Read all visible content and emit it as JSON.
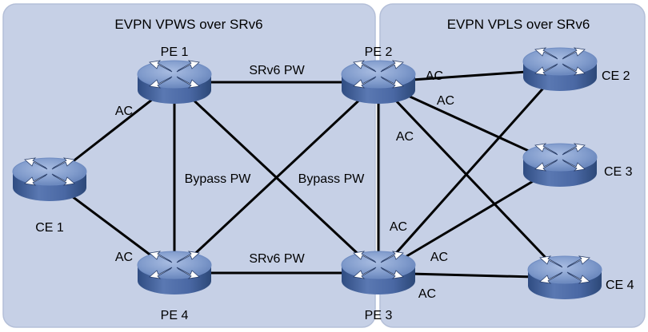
{
  "regions": {
    "left_title": "EVPN VPWS over SRv6",
    "right_title": "EVPN VPLS over SRv6"
  },
  "nodes": {
    "pe1": "PE 1",
    "pe2": "PE 2",
    "pe3": "PE 3",
    "pe4": "PE 4",
    "ce1": "CE 1",
    "ce2": "CE 2",
    "ce3": "CE 3",
    "ce4": "CE 4"
  },
  "link_labels": {
    "srv6_pw_top": "SRv6 PW",
    "srv6_pw_bottom": "SRv6 PW",
    "bypass_pw_left": "Bypass PW",
    "bypass_pw_right": "Bypass PW",
    "ac_ce1_pe1": "AC",
    "ac_ce1_pe4": "AC",
    "ac_pe2_ce2": "AC",
    "ac_pe2_ce3": "AC",
    "ac_pe2_ce4": "AC",
    "ac_pe3_ce2": "AC",
    "ac_pe3_ce3": "AC",
    "ac_pe3_ce4": "AC"
  },
  "colors": {
    "region_fill": "#c6d0e6",
    "region_stroke": "#b4bfd8",
    "device_top": "#7f9acb",
    "device_side": "#3d5a92",
    "link": "#000000"
  }
}
